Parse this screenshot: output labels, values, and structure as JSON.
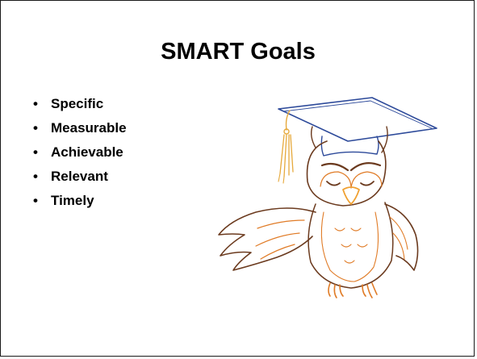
{
  "slide": {
    "title": "SMART Goals",
    "bullet_glyph": "•",
    "bullets": [
      {
        "label": "Specific"
      },
      {
        "label": "Measurable"
      },
      {
        "label": "Achievable"
      },
      {
        "label": "Relevant"
      },
      {
        "label": "Timely"
      }
    ]
  },
  "illustration": {
    "icon": "graduated-owl-icon",
    "colors": {
      "cap": "#2d4a9a",
      "tassel": "#e6a93c",
      "body_dark": "#6b3a1e",
      "body_orange": "#e07b26",
      "beak": "#f0a030"
    }
  }
}
